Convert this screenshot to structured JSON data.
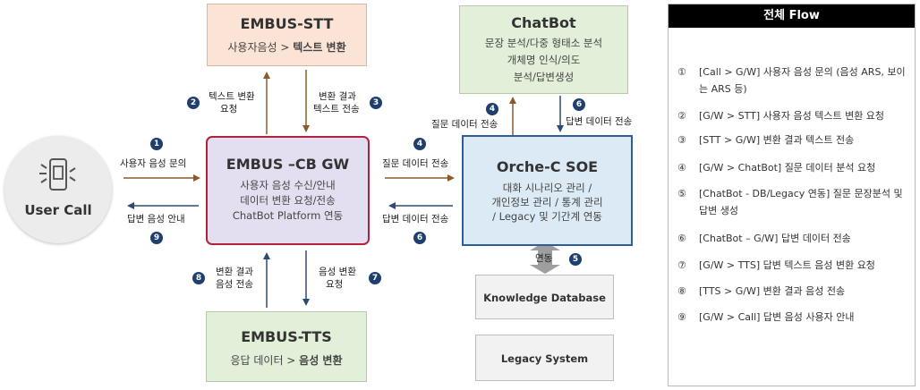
{
  "nodes": {
    "stt": {
      "title": "EMBUS-STT",
      "sub_plain": "사용자음성 > ",
      "sub_bold": "텍스트 변환",
      "bg": "#fbe4d5",
      "border": "#d9b8a3"
    },
    "chatbot": {
      "title": "ChatBot",
      "lines": [
        "문장 분석/다중 형태소 분석",
        "개체명 인식/의도",
        "분석/답변생성"
      ],
      "bg": "#e2efd9",
      "border": "#b7c9a8"
    },
    "user": {
      "title": "User Call"
    },
    "gw": {
      "title": "EMBUS –CB GW",
      "lines": [
        "사용자 음성 수신/안내",
        "데이터 변환 요청/전송",
        "ChatBot Platform 연동"
      ],
      "bg": "#e4dff0",
      "border": "#b0233a"
    },
    "soe": {
      "title": "Orche-C SOE",
      "lines": [
        "대화 시나리오 관리 /",
        "개인정보 관리 / 통계 관리",
        "/ Legacy 및 기간계 연동"
      ],
      "bg": "#dbeaf5",
      "border": "#2e5e95"
    },
    "tts": {
      "title": "EMBUS-TTS",
      "sub_plain": "응답 데이터 > ",
      "sub_bold": "음성 변환",
      "bg": "#e2efd9",
      "border": "#b7c9a8"
    },
    "knowledge": {
      "title": "Knowledge Database"
    },
    "legacy": {
      "title": "Legacy System"
    }
  },
  "edges": {
    "e1": {
      "num": "1",
      "label": "사용자 음성 문의"
    },
    "e2": {
      "num": "2",
      "label_lines": [
        "텍스트 변환",
        "요청"
      ]
    },
    "e3": {
      "num": "3",
      "label_lines": [
        "변환 결과",
        "텍스트 전송"
      ]
    },
    "e4a": {
      "num": "4",
      "label": "질문 데이터 전송"
    },
    "e4b": {
      "num": "4",
      "label": "질문 데이터 전송"
    },
    "e5": {
      "num": "5",
      "label": "연동"
    },
    "e6a": {
      "num": "6",
      "label": "답변 데이터 전송"
    },
    "e6b": {
      "num": "6",
      "label": "답변 데이터 전송"
    },
    "e7": {
      "num": "7",
      "label_lines": [
        "음성 변환",
        "요청"
      ]
    },
    "e8": {
      "num": "8",
      "label_lines": [
        "변환 결과",
        "음성 전송"
      ]
    },
    "e9": {
      "num": "9",
      "label": "답변 음성 안내"
    }
  },
  "colors": {
    "accent_navy": "#1f3f6e",
    "arrow_brown": "#8a5a2b",
    "arrow_navy": "#2e4a72"
  },
  "flow": {
    "title": "전체 Flow",
    "items": [
      {
        "num": "①",
        "text": "[Call > G/W] 사용자 음성 문의 (음성 ARS, 보이는 ARS 등)"
      },
      {
        "num": "②",
        "text": "[G/W > STT] 사용자 음성 텍스트 변환 요청"
      },
      {
        "num": "③",
        "text": "[STT > G/W] 변환 결과 텍스트 전송"
      },
      {
        "num": "④",
        "text": "[G/W > ChatBot] 질문 데이터 분석 요청"
      },
      {
        "num": "⑤",
        "text": "[ChatBot - DB/Legacy 연동] 질문 문장분석 및 답변 생성"
      },
      {
        "num": "⑥",
        "text": "[ChatBot – G/W] 답변 데이터 전송"
      },
      {
        "num": "⑦",
        "text": "[G/W > TTS] 답변 텍스트 음성 변환 요청"
      },
      {
        "num": "⑧",
        "text": "[TTS > G/W] 변환 결과 음성 전송"
      },
      {
        "num": "⑨",
        "text": "[G/W > Call] 답변 음성 사용자 안내"
      }
    ]
  }
}
